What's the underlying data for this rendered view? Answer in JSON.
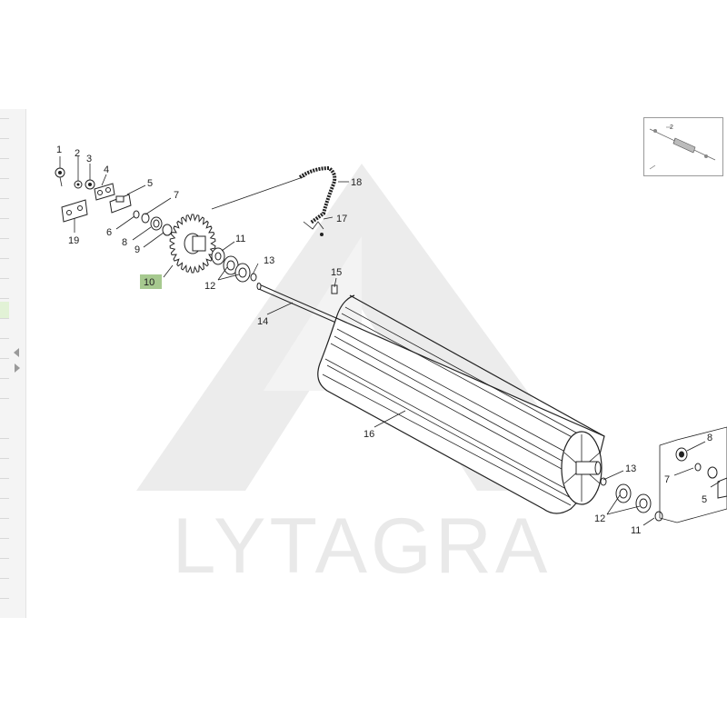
{
  "watermark": {
    "text": "LYTAGRA"
  },
  "selected_callout": "10",
  "callouts": {
    "c1": "1",
    "c2": "2",
    "c3": "3",
    "c4": "4",
    "c5": "5",
    "c6": "6",
    "c7": "7",
    "c8": "8",
    "c9": "9",
    "c10": "10",
    "c11": "11",
    "c12": "12",
    "c13": "13",
    "c14": "14",
    "c15": "15",
    "c16": "16",
    "c17": "17",
    "c18": "18",
    "c19": "19",
    "r13": "13",
    "r12": "12",
    "r11": "11",
    "r8": "8",
    "r7": "7",
    "r5": "5"
  },
  "thumbnail": {
    "callout": "2"
  },
  "colors": {
    "highlight": "#a6c98f",
    "line": "#222222",
    "watermark": "#e9e9e9"
  }
}
